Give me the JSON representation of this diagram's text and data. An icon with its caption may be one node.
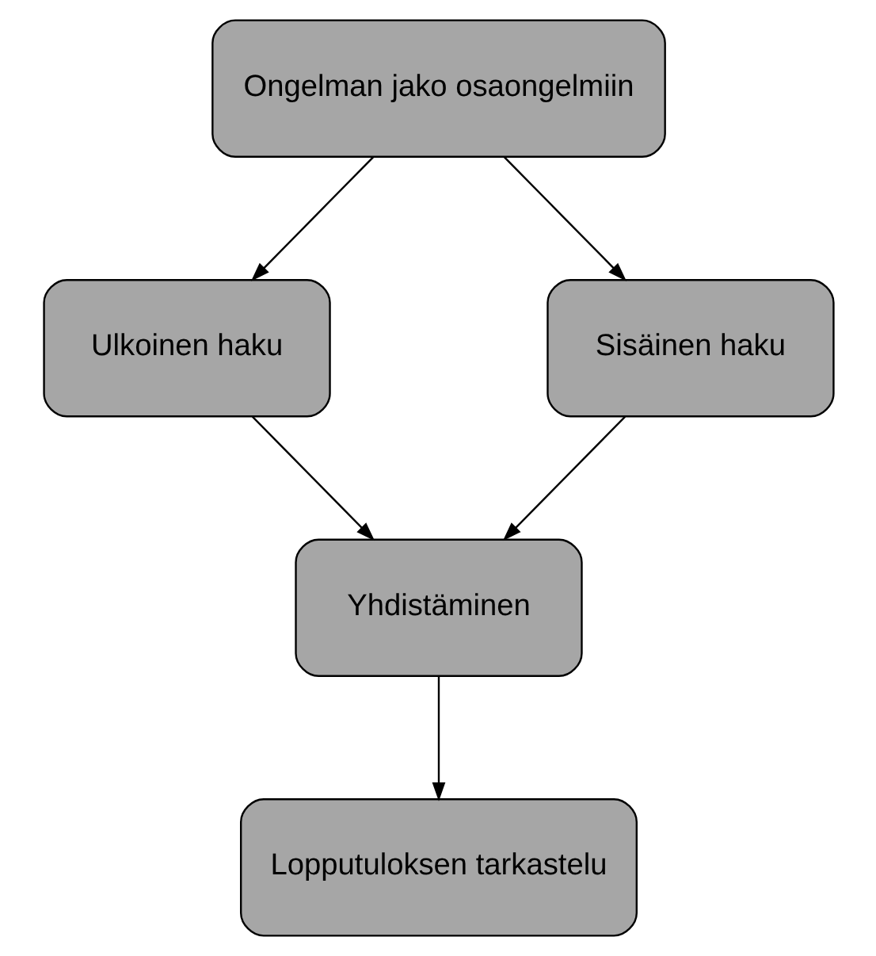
{
  "diagram": {
    "nodes": [
      {
        "text": [
          "Ongelman jako osaongelmiin"
        ]
      },
      {
        "text": [
          "Ulkoinen haku"
        ]
      },
      {
        "text": [
          "Sisäinen haku"
        ]
      },
      {
        "text": [
          "Yhdistäminen"
        ]
      },
      {
        "text": [
          "Lopputuloksen tarkastelu"
        ]
      }
    ],
    "edges": [
      {
        "from": 0,
        "to": 1,
        "arrow": "to"
      },
      {
        "from": 0,
        "to": 2,
        "arrow": "to"
      },
      {
        "from": 1,
        "to": 3,
        "arrow": "to"
      },
      {
        "from": 2,
        "to": 3,
        "arrow": "to"
      },
      {
        "from": 3,
        "to": 4,
        "arrow": "to"
      }
    ]
  }
}
